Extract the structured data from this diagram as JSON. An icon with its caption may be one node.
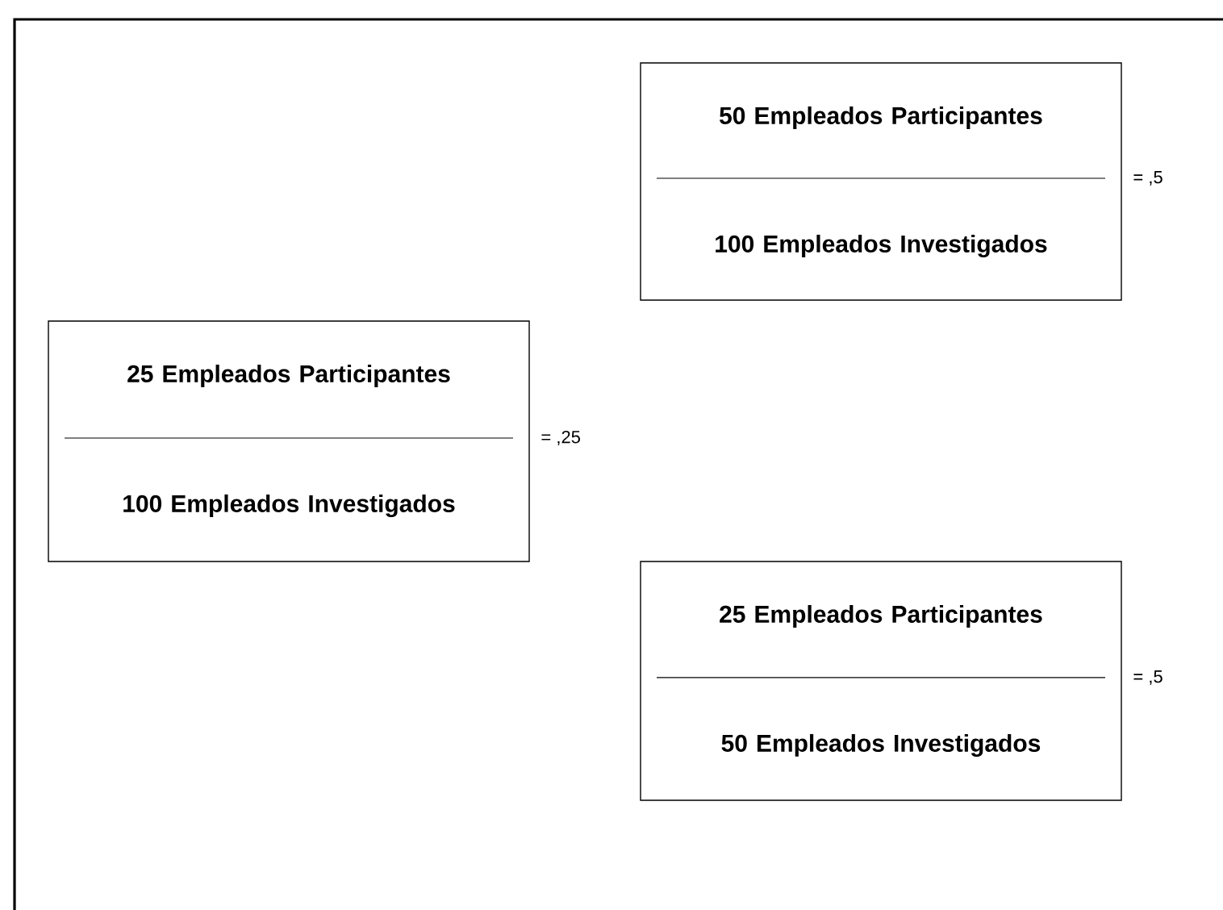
{
  "diagram": {
    "nodes": [
      {
        "text": [
          "50 Empleados Participantes",
          "100 Empleados Investigados"
        ],
        "beside": [
          "= ,5"
        ]
      },
      {
        "text": [
          "25 Empleados Participantes",
          "100 Empleados Investigados"
        ],
        "beside": [
          "= ,25"
        ]
      },
      {
        "text": [
          "25 Empleados Participantes",
          "50 Empleados Investigados"
        ],
        "beside": [
          "= ,5"
        ]
      }
    ]
  }
}
